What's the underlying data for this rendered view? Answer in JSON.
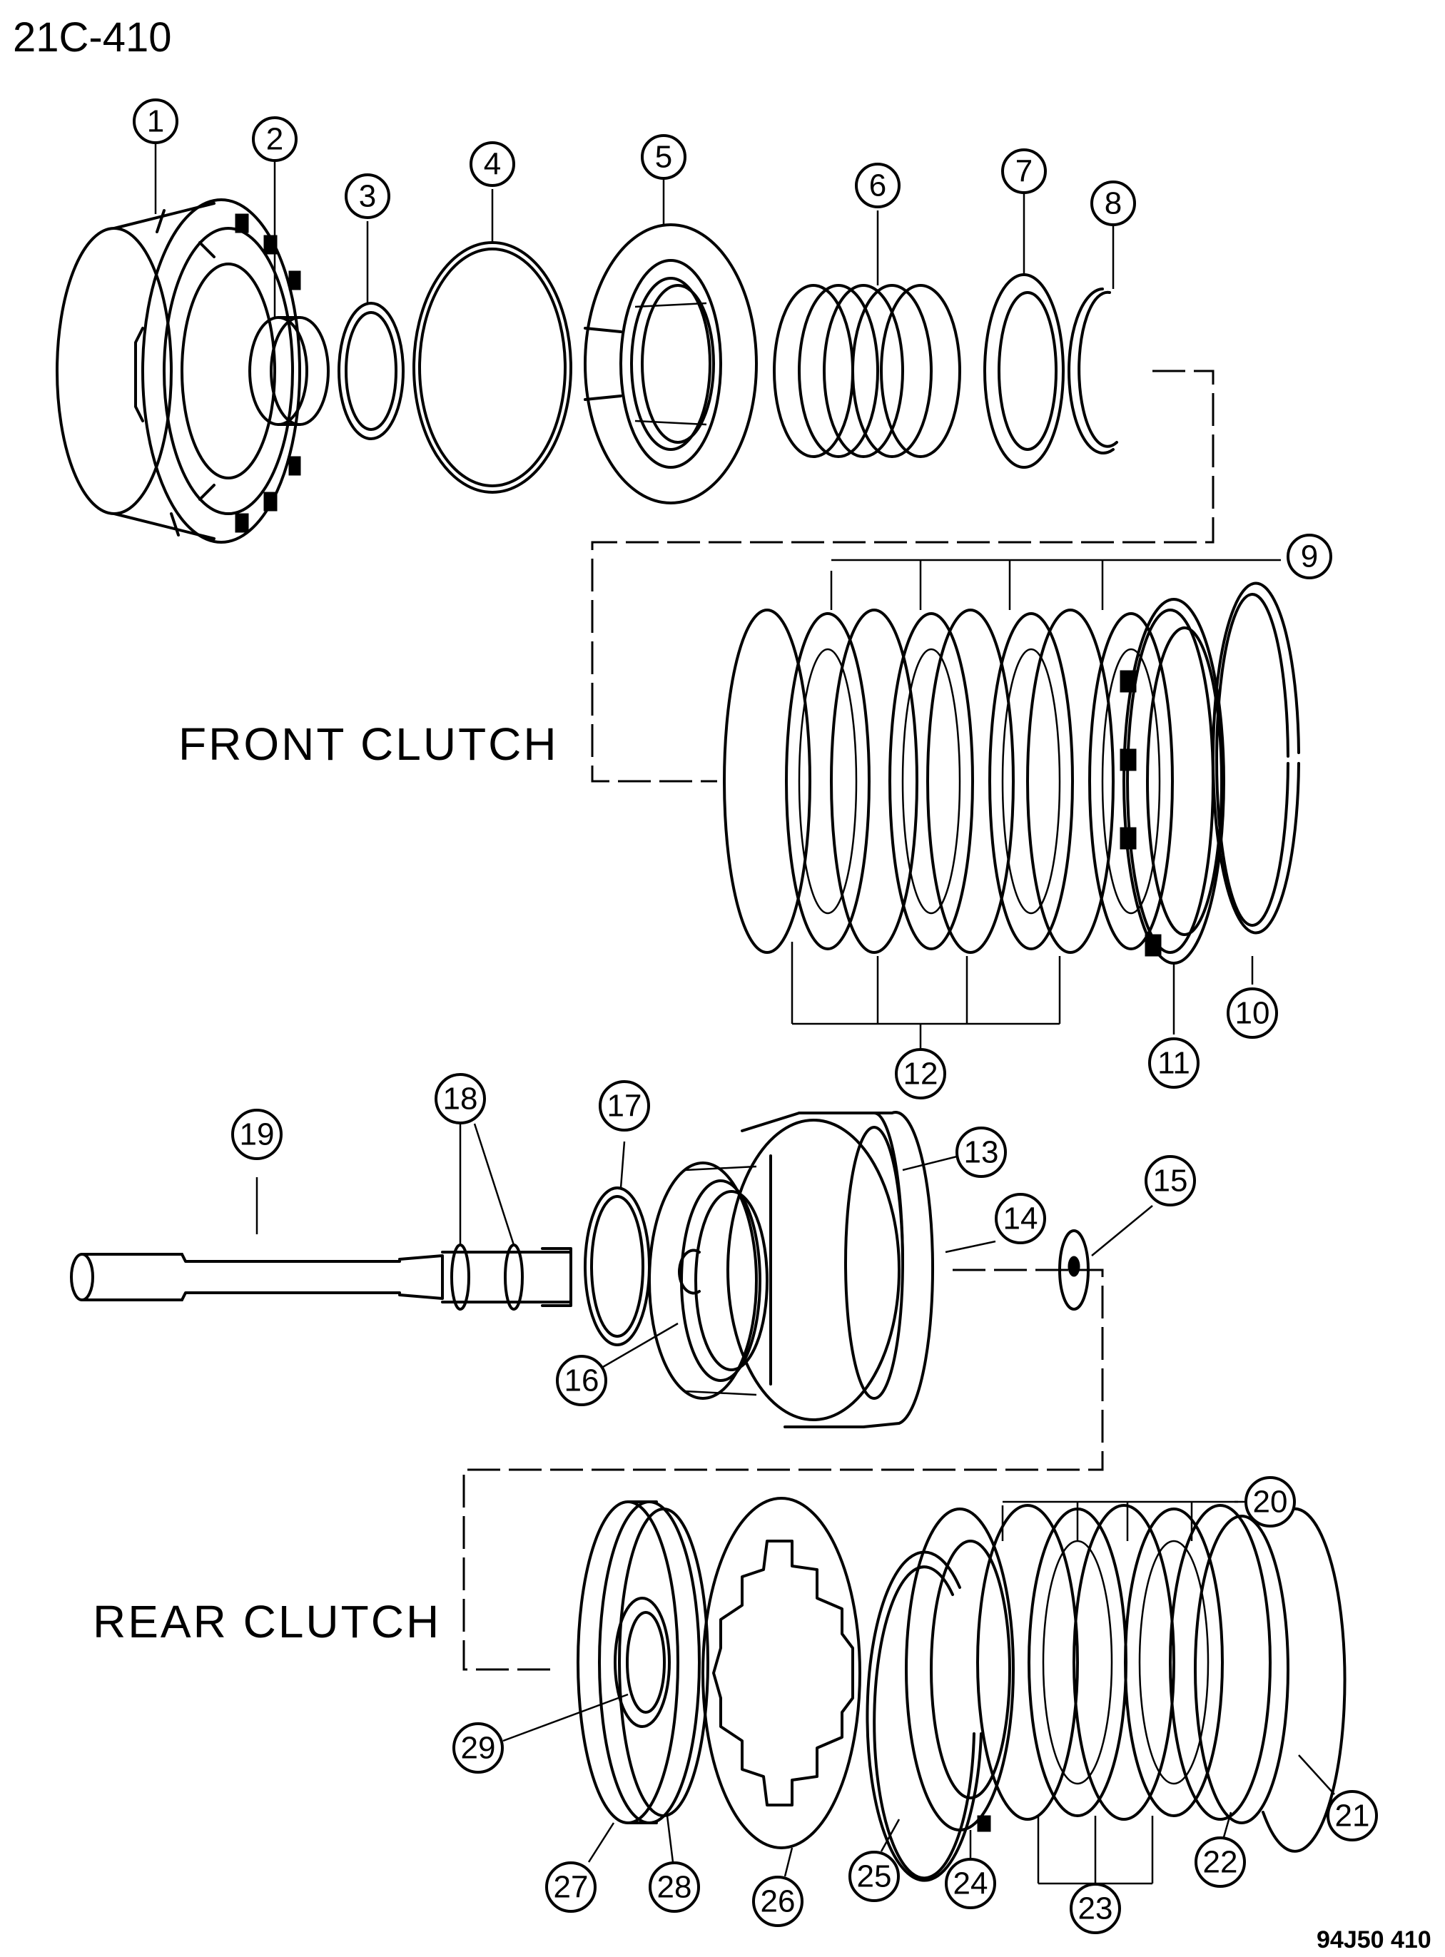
{
  "figure_code": "21C-410",
  "figure_id": "94J50 410",
  "section_labels": {
    "front_clutch": "FRONT CLUTCH",
    "rear_clutch": "REAR CLUTCH"
  },
  "callouts": {
    "c1": "1",
    "c2": "2",
    "c3": "3",
    "c4": "4",
    "c5": "5",
    "c6": "6",
    "c7": "7",
    "c8": "8",
    "c9": "9",
    "c10": "10",
    "c11": "11",
    "c12": "12",
    "c13": "13",
    "c14": "14",
    "c15": "15",
    "c16": "16",
    "c17": "17",
    "c18": "18",
    "c19": "19",
    "c20": "20",
    "c21": "21",
    "c22": "22",
    "c23": "23",
    "c24": "24",
    "c25": "25",
    "c26": "26",
    "c27": "27",
    "c28": "28",
    "c29": "29"
  }
}
